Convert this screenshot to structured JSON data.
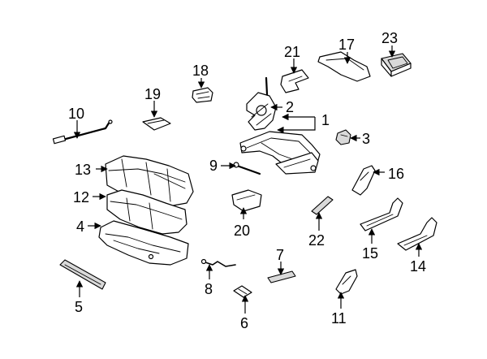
{
  "callouts": {
    "c1": "1",
    "c2": "2",
    "c3": "3",
    "c4": "4",
    "c5": "5",
    "c6": "6",
    "c7": "7",
    "c8": "8",
    "c9": "9",
    "c10": "10",
    "c11": "11",
    "c12": "12",
    "c13": "13",
    "c14": "14",
    "c15": "15",
    "c16": "16",
    "c17": "17",
    "c18": "18",
    "c19": "19",
    "c20": "20",
    "c21": "21",
    "c22": "22",
    "c23": "23"
  },
  "colors": {
    "line": "#000000",
    "shade": "#d9d9d9",
    "background": "#ffffff"
  }
}
